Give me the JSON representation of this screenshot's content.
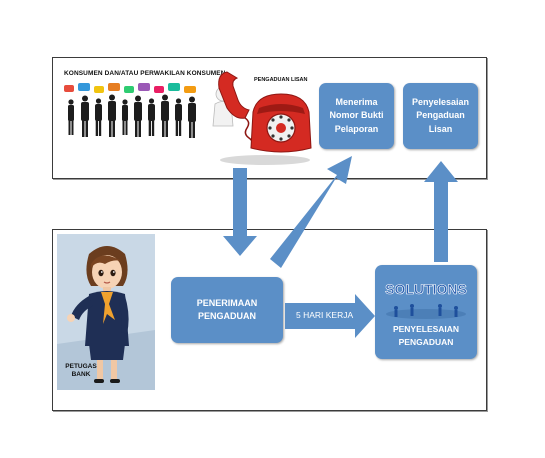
{
  "top_panel": {
    "consumer_label": "KONSUMEN DAN/ATAU PERWAKILAN KONSUMEN",
    "phone_label": "PENGADUAN LISAN"
  },
  "boxes": {
    "receipt": [
      "Menerima",
      "Nomor Bukti",
      "Pelaporan"
    ],
    "settle_oral": [
      "Penyelesaian",
      "Pengaduan",
      "Lisan"
    ],
    "receive": [
      "PENERIMAAN",
      "PENGADUAN"
    ],
    "solve": [
      "PENYELESAIAN",
      "PENGADUAN"
    ]
  },
  "flow_label": "5 HARI KERJA",
  "officer_label": [
    "PETUGAS",
    "BANK"
  ],
  "solutions_word": "SOLUTIONS",
  "colors": {
    "box_blue": "#5b8fc7",
    "arrow_blue": "#5b8fc7",
    "phone_red": "#d42a22",
    "officer_bg": "#c9d8e6"
  },
  "icons": [
    "consumer-crowd-icon",
    "telephone-icon",
    "bank-officer-icon",
    "solutions-icon"
  ]
}
